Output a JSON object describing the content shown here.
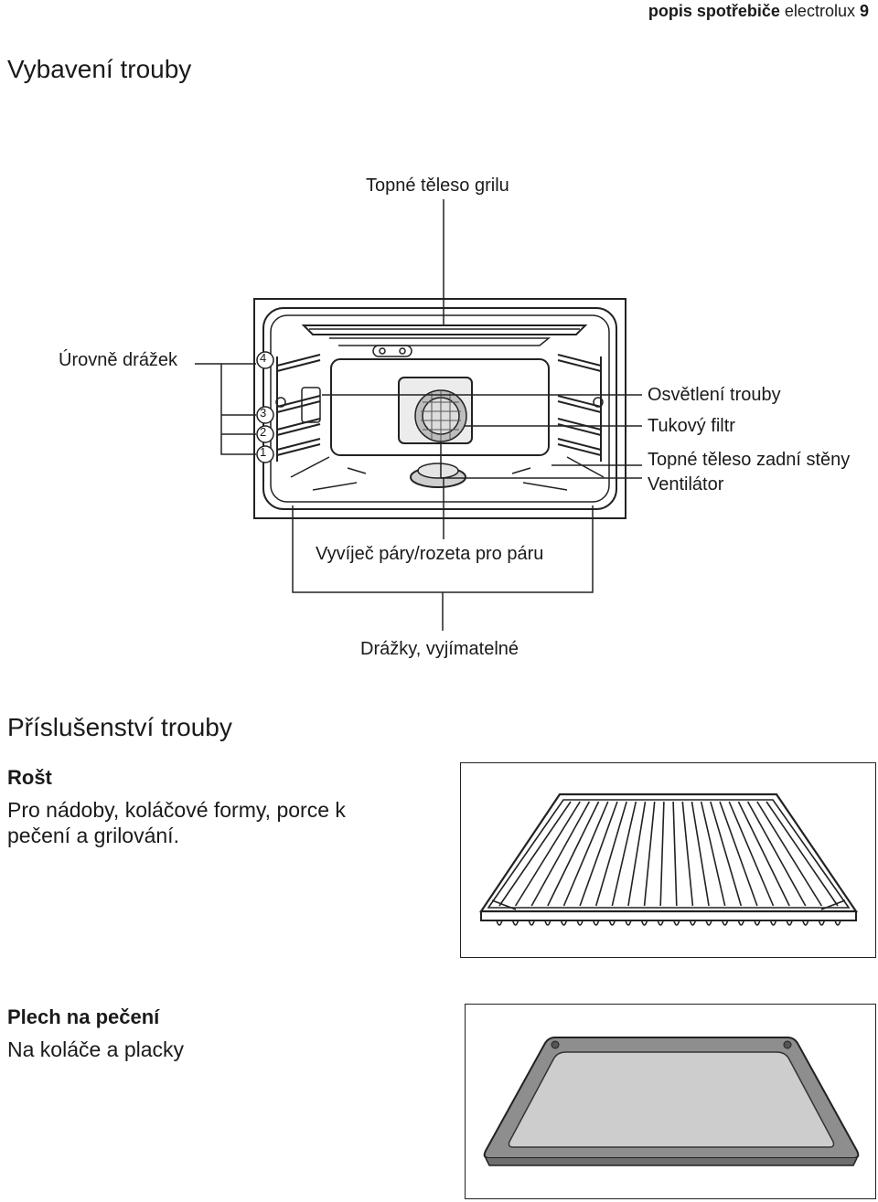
{
  "header": {
    "section": "popis spotřebiče",
    "brand": "electrolux",
    "page_number": "9"
  },
  "section1": {
    "title": "Vybavení trouby"
  },
  "diagram": {
    "labels": {
      "grill_element": "Topné těleso grilu",
      "shelf_levels": "Úrovně drážek",
      "oven_light": "Osvětlení trouby",
      "grease_filter": "Tukový filtr",
      "rear_element": "Topné těleso zadní stěny",
      "fan": "Ventilátor",
      "steam_generator": "Vyvíječ páry/rozeta pro páru",
      "shelf_runners": "Drážky, vyjímatelné"
    },
    "levels": [
      "4",
      "3",
      "2",
      "1"
    ]
  },
  "section2": {
    "title": "Příslušenství trouby"
  },
  "accessories": [
    {
      "name": "Rošt",
      "description": "Pro nádoby, koláčové formy, porce k pečení a grilování."
    },
    {
      "name": "Plech na pečení",
      "description": "Na koláče a placky"
    }
  ]
}
